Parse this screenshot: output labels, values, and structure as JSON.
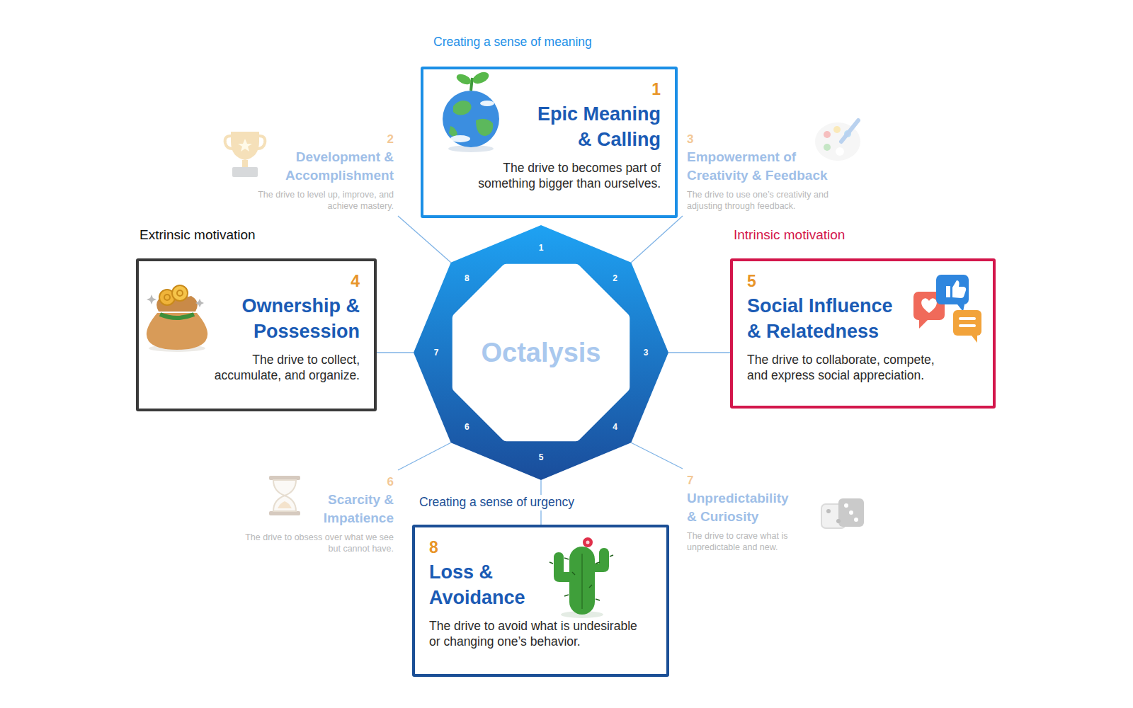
{
  "diagram": {
    "nodes": [
      {
        "text": [
          "1",
          "Epic Meaning & Calling",
          "The drive to becomes part of something bigger than ourselves."
        ]
      },
      {
        "text": [
          "2",
          "Development & Accomplishment",
          "The drive to level up, improve, and achieve mastery."
        ]
      },
      {
        "text": [
          "3",
          "Empowerment of Creativity & Feedback",
          "The drive to use one’s creativity and adjusting through feedback."
        ]
      },
      {
        "text": [
          "4",
          "Ownership & Possession",
          "The drive to collect, accumulate, and organize."
        ]
      },
      {
        "text": [
          "Octalysis"
        ]
      },
      {
        "text": [
          "5",
          "Social Influence & Relatedness",
          "The drive to collaborate, compete, and express social appreciation."
        ]
      },
      {
        "text": [
          "6",
          "Scarcity & Impatience",
          "The drive to obsess over what we see but cannot have."
        ]
      },
      {
        "text": [
          "7",
          "Unpredictability & Curiosity",
          "The drive to crave what is unpredictable and new."
        ]
      },
      {
        "text": [
          "8",
          "Loss & Avoidance",
          "The drive to avoid what is undesirable or changing one’s behavior."
        ]
      }
    ],
    "edges": [
      {
        "from": 4,
        "to": 1,
        "arrow": "none"
      },
      {
        "from": 4,
        "to": 2,
        "arrow": "none"
      },
      {
        "from": 4,
        "to": 3,
        "arrow": "none"
      },
      {
        "from": 4,
        "to": 5,
        "arrow": "none"
      },
      {
        "from": 4,
        "to": 6,
        "arrow": "none"
      },
      {
        "from": 4,
        "to": 7,
        "arrow": "none"
      },
      {
        "from": 4,
        "to": 8,
        "arrow": "none"
      }
    ],
    "labels": [
      "Creating a sense of meaning",
      "Extrinsic motivation",
      "Intrinsic motivation",
      "Creating a sense of urgency",
      "1",
      "2",
      "3",
      "4",
      "5",
      "6",
      "7",
      "8"
    ]
  }
}
